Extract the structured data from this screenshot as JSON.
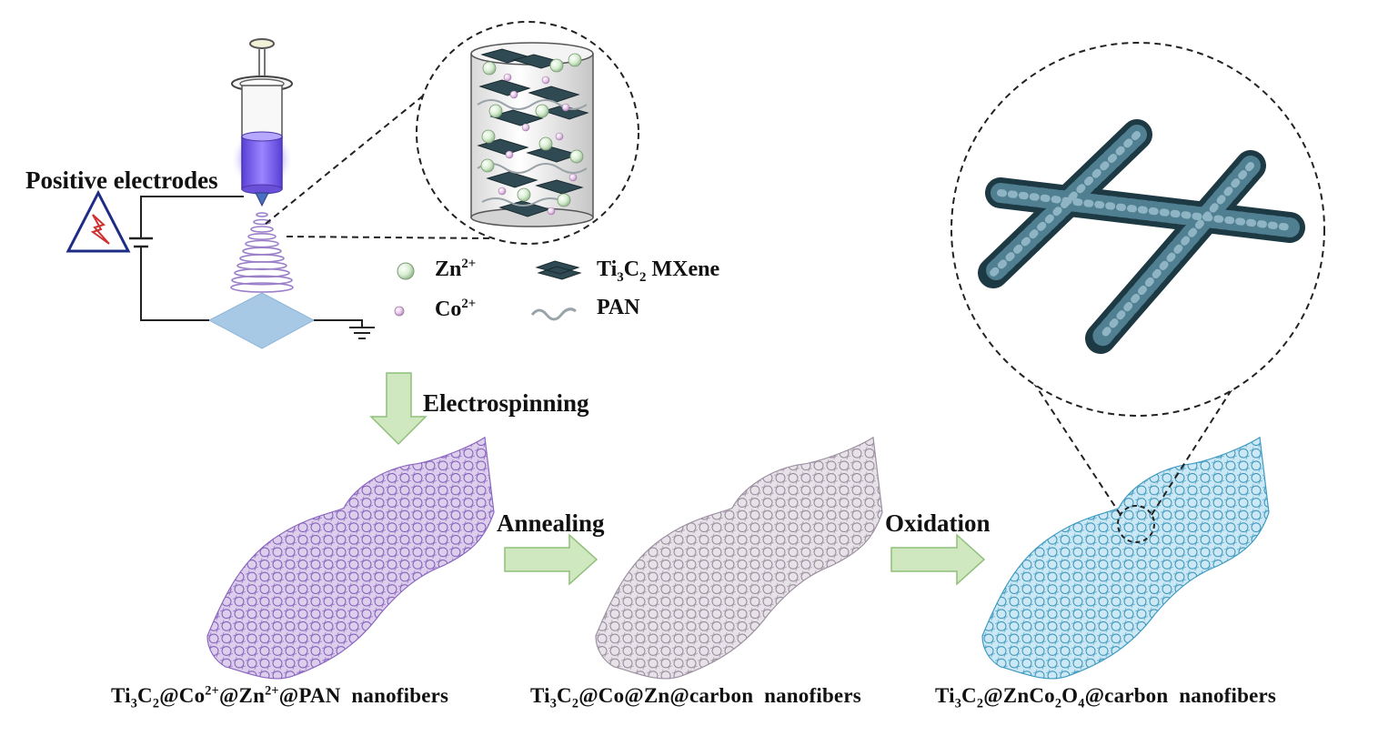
{
  "labels": {
    "positive_electrodes": "Positive electrodes",
    "electrospinning": "Electrospinning",
    "annealing": "Annealing",
    "oxidation": "Oxidation"
  },
  "legend": {
    "zn": {
      "base": "Zn",
      "sup": "2+"
    },
    "co": {
      "base": "Co",
      "sup": "2+"
    },
    "mxene": {
      "p1": "Ti",
      "s1": "3",
      "p2": "C",
      "s2": "2",
      "p3": " MXene"
    },
    "pan": "PAN"
  },
  "captions": {
    "pan_fibers": {
      "t1": "Ti",
      "s1": "3",
      "t2": "C",
      "s2": "2",
      "t3": "@Co",
      "u1": "2+",
      "t4": "@Zn",
      "u2": "2+",
      "t5": "@PAN  nanofibers"
    },
    "carbon_fibers": {
      "t1": "Ti",
      "s1": "3",
      "t2": "C",
      "s2": "2",
      "t3": "@Co@Zn@carbon  nanofibers"
    },
    "oxide_fibers": {
      "t1": "Ti",
      "s1": "3",
      "t2": "C",
      "s2": "2",
      "t3": "@ZnCo",
      "s3": "2",
      "t4": "O",
      "s4": "4",
      "t5": "@carbon  nanofibers"
    }
  },
  "colors": {
    "arrow_fill": "#cfe8c0",
    "arrow_stroke": "#8fbf7a",
    "pan_mat": "#a57fc9",
    "carbon_mat": "#b7aab9",
    "oxide_mat": "#5fb5d6",
    "syringe_liquid": "#7e64e8",
    "collector": "#a7c9e6",
    "zn_ion": "#dcefd7",
    "co_ion": "#e7c8ea",
    "mxene_sheet": "#2f4a52",
    "warning_red": "#d03030",
    "warning_blue": "#1e2c86"
  },
  "icons": {
    "syringe": "syringe-icon",
    "high_voltage": "high-voltage-icon",
    "ground": "ground-icon",
    "collector": "collector-plate",
    "zn_ion": "zn-ion-icon",
    "co_ion": "co-ion-icon",
    "mxene": "mxene-sheet-icon",
    "pan": "pan-chain-icon"
  }
}
